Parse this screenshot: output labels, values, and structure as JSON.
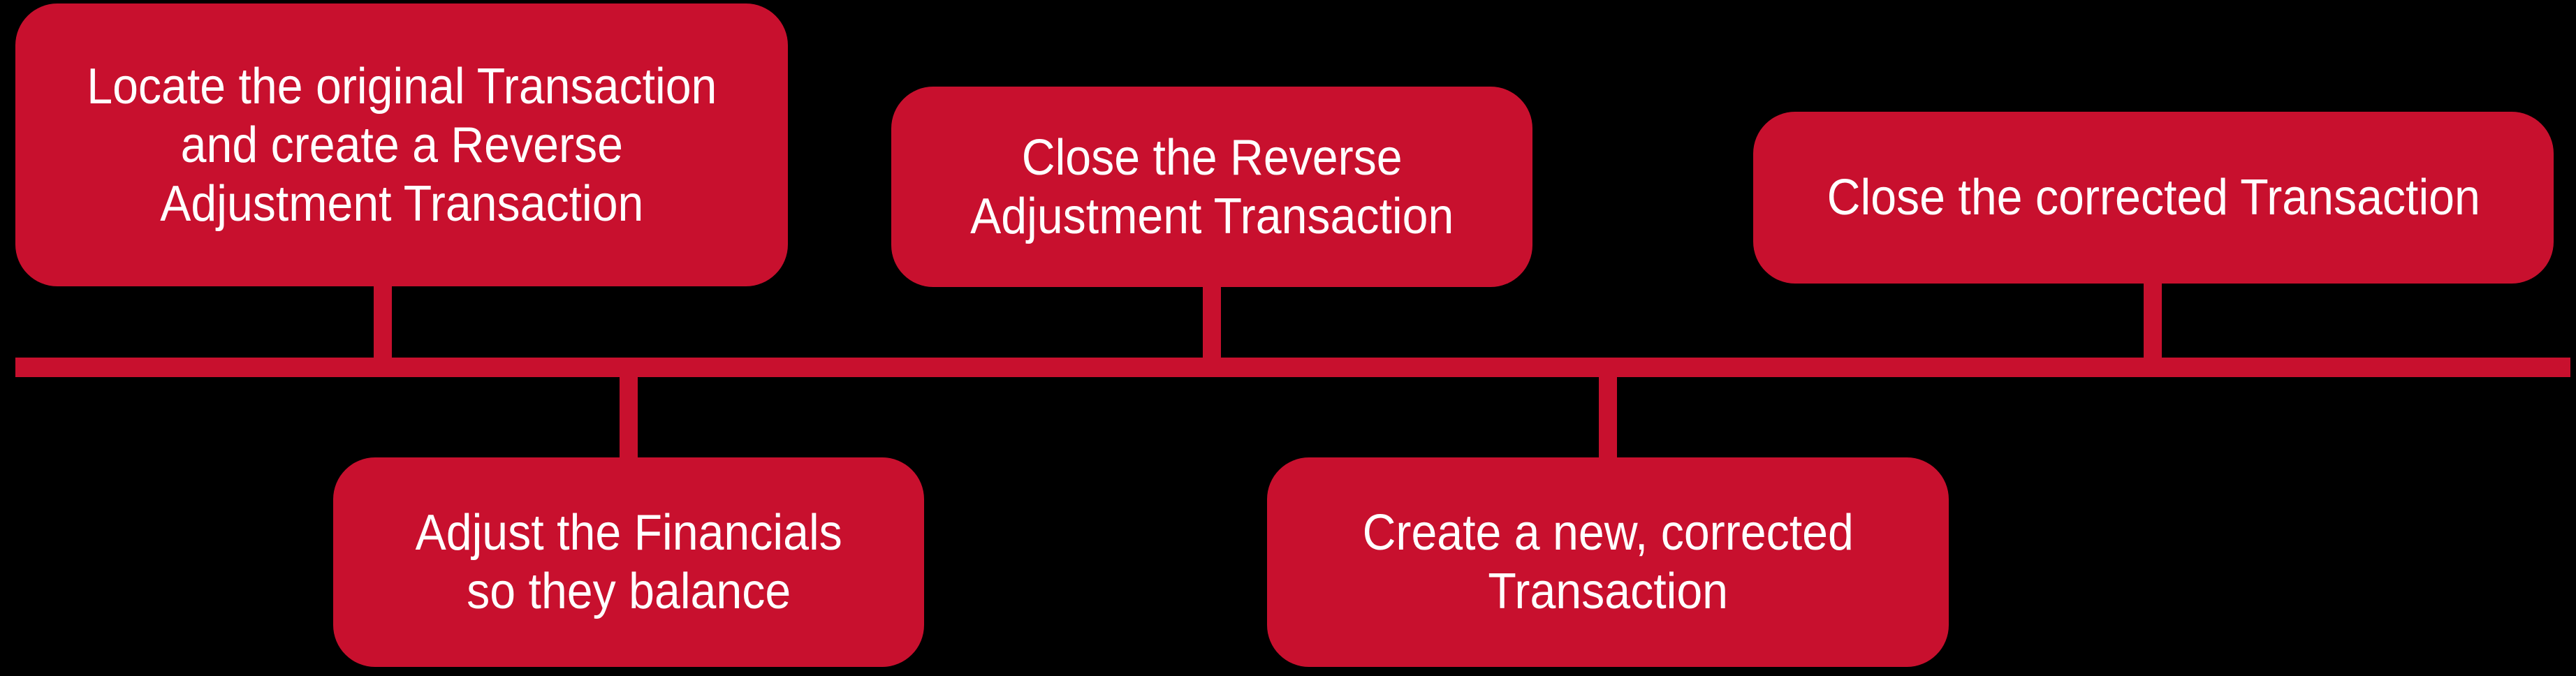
{
  "theme": {
    "accent": "#C8102E",
    "background": "#000000",
    "text": "#FFFFFF"
  },
  "timeline": {
    "orientation": "horizontal",
    "steps": [
      {
        "label": "Locate the original Transaction\nand create a Reverse\nAdjustment Transaction",
        "position": "above"
      },
      {
        "label": "Adjust the Financials\nso they balance",
        "position": "below"
      },
      {
        "label": "Close the Reverse\nAdjustment Transaction",
        "position": "above"
      },
      {
        "label": "Create a new, corrected\nTransaction",
        "position": "below"
      },
      {
        "label": "Close the corrected Transaction",
        "position": "above"
      }
    ]
  }
}
